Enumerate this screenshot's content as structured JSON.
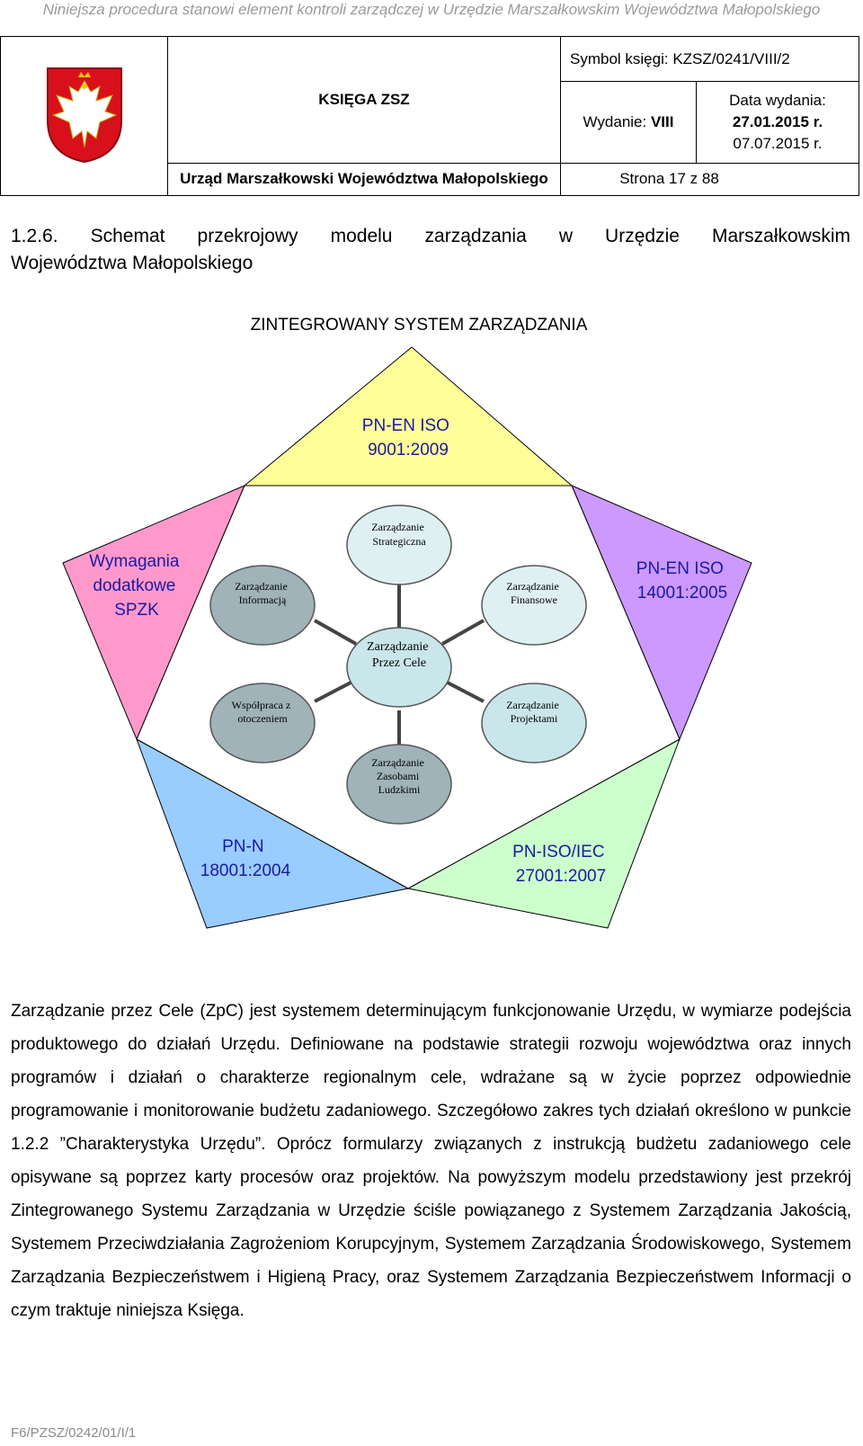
{
  "top_note": "Niniejsza procedura stanowi element kontroli zarządczej w Urzędzie Marszałkowskim Województwa Małopolskiego",
  "header": {
    "title": "KSIĘGA ZSZ",
    "symbol": "Symbol księgi: KZSZ/0241/VIII/2",
    "edition_label": "Wydanie: ",
    "edition_value": "VIII",
    "date_label": "Data wydania:",
    "date_1": "27.01.2015 r.",
    "date_2": "07.07.2015 r.",
    "office": "Urząd Marszałkowski Województwa Małopolskiego",
    "page": "Strona 17 z 88"
  },
  "section": {
    "title_line1": "1.2.6. Schemat przekrojowy modelu zarządzania w Urzędzie Marszałkowskim",
    "title_line2": "Województwa Małopolskiego"
  },
  "diagram": {
    "system_title": "ZINTEGROWANY SYSTEM ZARZĄDZANIA",
    "top": [
      "PN-EN ISO",
      "9001:2009"
    ],
    "left": [
      "Wymagania",
      "dodatkowe",
      "SPZK"
    ],
    "right": [
      "PN-EN ISO",
      "14001:2005"
    ],
    "bottom_left": [
      "PN-N",
      "18001:2004"
    ],
    "bottom_right": [
      "PN-ISO/IEC",
      "27001:2007"
    ],
    "hub": [
      "Zarządzanie",
      "Przez Cele"
    ],
    "spokes": {
      "strategic": [
        "Zarządzanie",
        "Strategiczna"
      ],
      "information": [
        "Zarządzanie",
        "Informacją"
      ],
      "finance": [
        "Zarządzanie",
        "Finansowe"
      ],
      "cooperation": [
        "Współpraca z",
        "otoczeniem"
      ],
      "projects": [
        "Zarządzanie",
        "Projektami"
      ],
      "hr": [
        "Zarządzanie",
        "Zasobami",
        "Ludzkimi"
      ]
    }
  },
  "body_text": "Zarządzanie przez Cele (ZpC) jest systemem determinującym funkcjonowanie Urzędu, w wymiarze podejścia produktowego do działań Urzędu. Definiowane na podstawie strategii rozwoju województwa oraz innych programów i działań o charakterze regionalnym cele, wdrażane są w życie poprzez odpowiednie programowanie i monitorowanie budżetu zadaniowego. Szczegółowo zakres tych działań określono w punkcie 1.2.2 ”Charakterystyka Urzędu”. Oprócz formularzy związanych z instrukcją budżetu zadaniowego cele opisywane są poprzez karty procesów oraz projektów. Na powyższym modelu przedstawiony jest przekrój Zintegrowanego Systemu Zarządzania w Urzędzie ściśle powiązanego z Systemem Zarządzania Jakością, Systemem Przeciwdziałania Zagrożeniom Korupcyjnym, Systemem Zarządzania Środowiskowego, Systemem Zarządzania Bezpieczeństwem i Higieną Pracy, oraz Systemem Zarządzania Bezpieczeństwem Informacji o czym traktuje niniejsza Księga.",
  "footer": "F6/PZSZ/0242/01/I/1",
  "colors": {
    "top_triangle": "#ffff99",
    "left_triangle": "#ff99cc",
    "right_triangle": "#cc99ff",
    "bottom_left_triangle": "#99ccff",
    "bottom_right_triangle": "#ccffcc",
    "circle_light": "#dff0f2",
    "circle_dark": "#9fb3b8",
    "hub": "#c9e6ea"
  }
}
